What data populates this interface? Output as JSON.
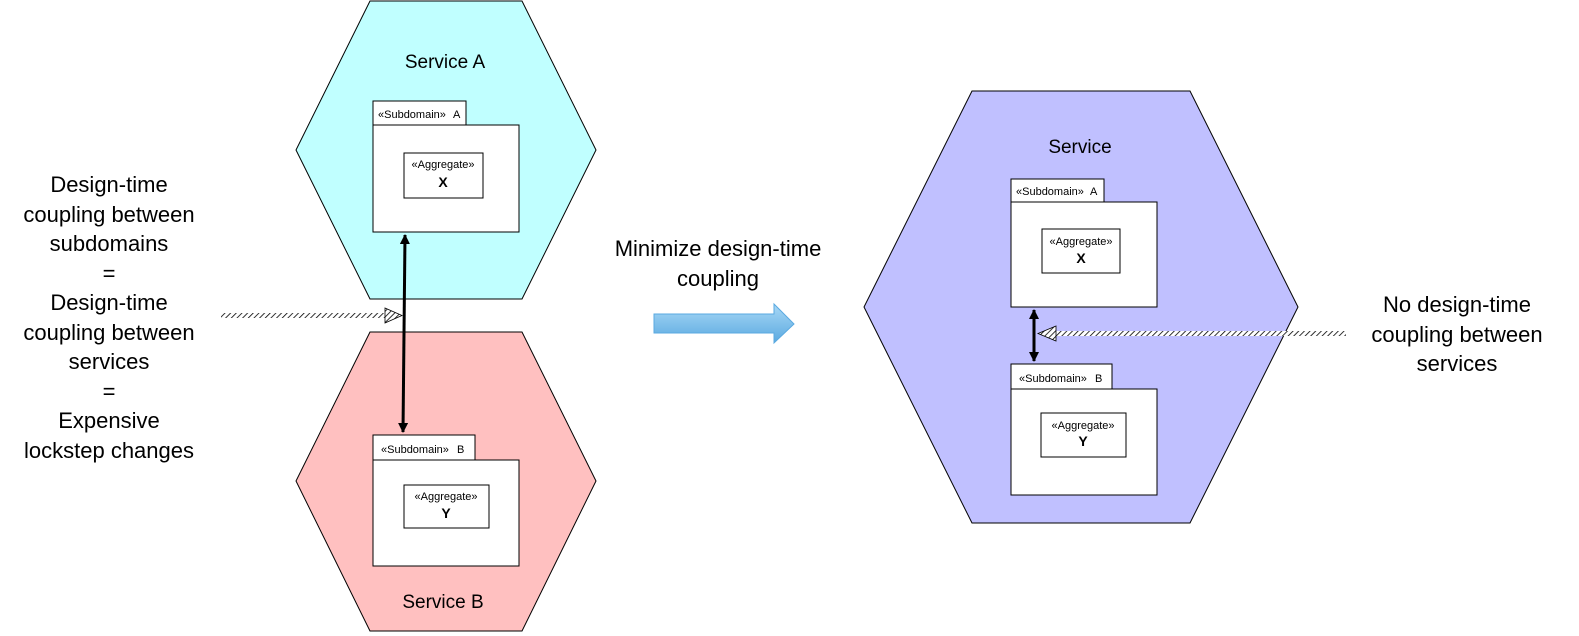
{
  "left": {
    "note": [
      "Design-time",
      "coupling between",
      "subdomains",
      "=",
      "Design-time",
      "coupling between",
      "services",
      "=",
      "Expensive",
      "lockstep changes"
    ],
    "service_a": {
      "name": "Service A",
      "fill": "#c0ffff",
      "subdomain": {
        "stereotype": "«Subdomain»",
        "name": "A",
        "aggregate": {
          "stereotype": "«Aggregate»",
          "name": "X"
        }
      }
    },
    "service_b": {
      "name": "Service B",
      "fill": "#ffc0c0",
      "subdomain": {
        "stereotype": "«Subdomain»",
        "name": "B",
        "aggregate": {
          "stereotype": "«Aggregate»",
          "name": "Y"
        }
      }
    }
  },
  "transition": {
    "label": [
      "Minimize design-time",
      "coupling"
    ],
    "arrow_color": "#6fb9ea"
  },
  "right": {
    "service": {
      "name": "Service",
      "fill": "#c0c0ff",
      "subdomain_a": {
        "stereotype": "«Subdomain»",
        "name": "A",
        "aggregate": {
          "stereotype": "«Aggregate»",
          "name": "X"
        }
      },
      "subdomain_b": {
        "stereotype": "«Subdomain»",
        "name": "B",
        "aggregate": {
          "stereotype": "«Aggregate»",
          "name": "Y"
        }
      }
    },
    "note": [
      "No design-time",
      "coupling between",
      "services"
    ]
  }
}
